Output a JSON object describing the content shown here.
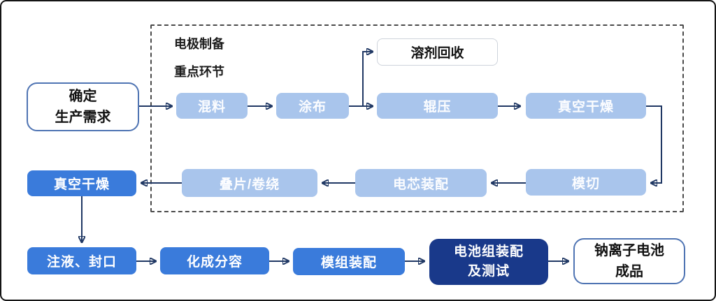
{
  "diagram": {
    "region_note": "电极制备\n重点环节",
    "nodes": {
      "start": "确定\n生产需求",
      "mixing": "混料",
      "coating": "涂布",
      "solvent_recovery": "溶剂回收",
      "roll_pressing": "辊压",
      "vacuum_drying_top": "真空干燥",
      "die_cutting": "模切",
      "cell_assembly": "电芯装配",
      "stacking_winding": "叠片/卷绕",
      "vacuum_drying_left": "真空干燥",
      "injection_sealing": "注液、封口",
      "formation_capacity": "化成分容",
      "module_assembly": "模组装配",
      "pack_assembly_test": "电池组装配\n及测试",
      "finished_product": "钠离子电池\n成品"
    },
    "colors": {
      "light_blue": "#A9C5EC",
      "medium_blue": "#3A7BDB",
      "navy": "#19398A",
      "arrow": "#203864"
    }
  }
}
